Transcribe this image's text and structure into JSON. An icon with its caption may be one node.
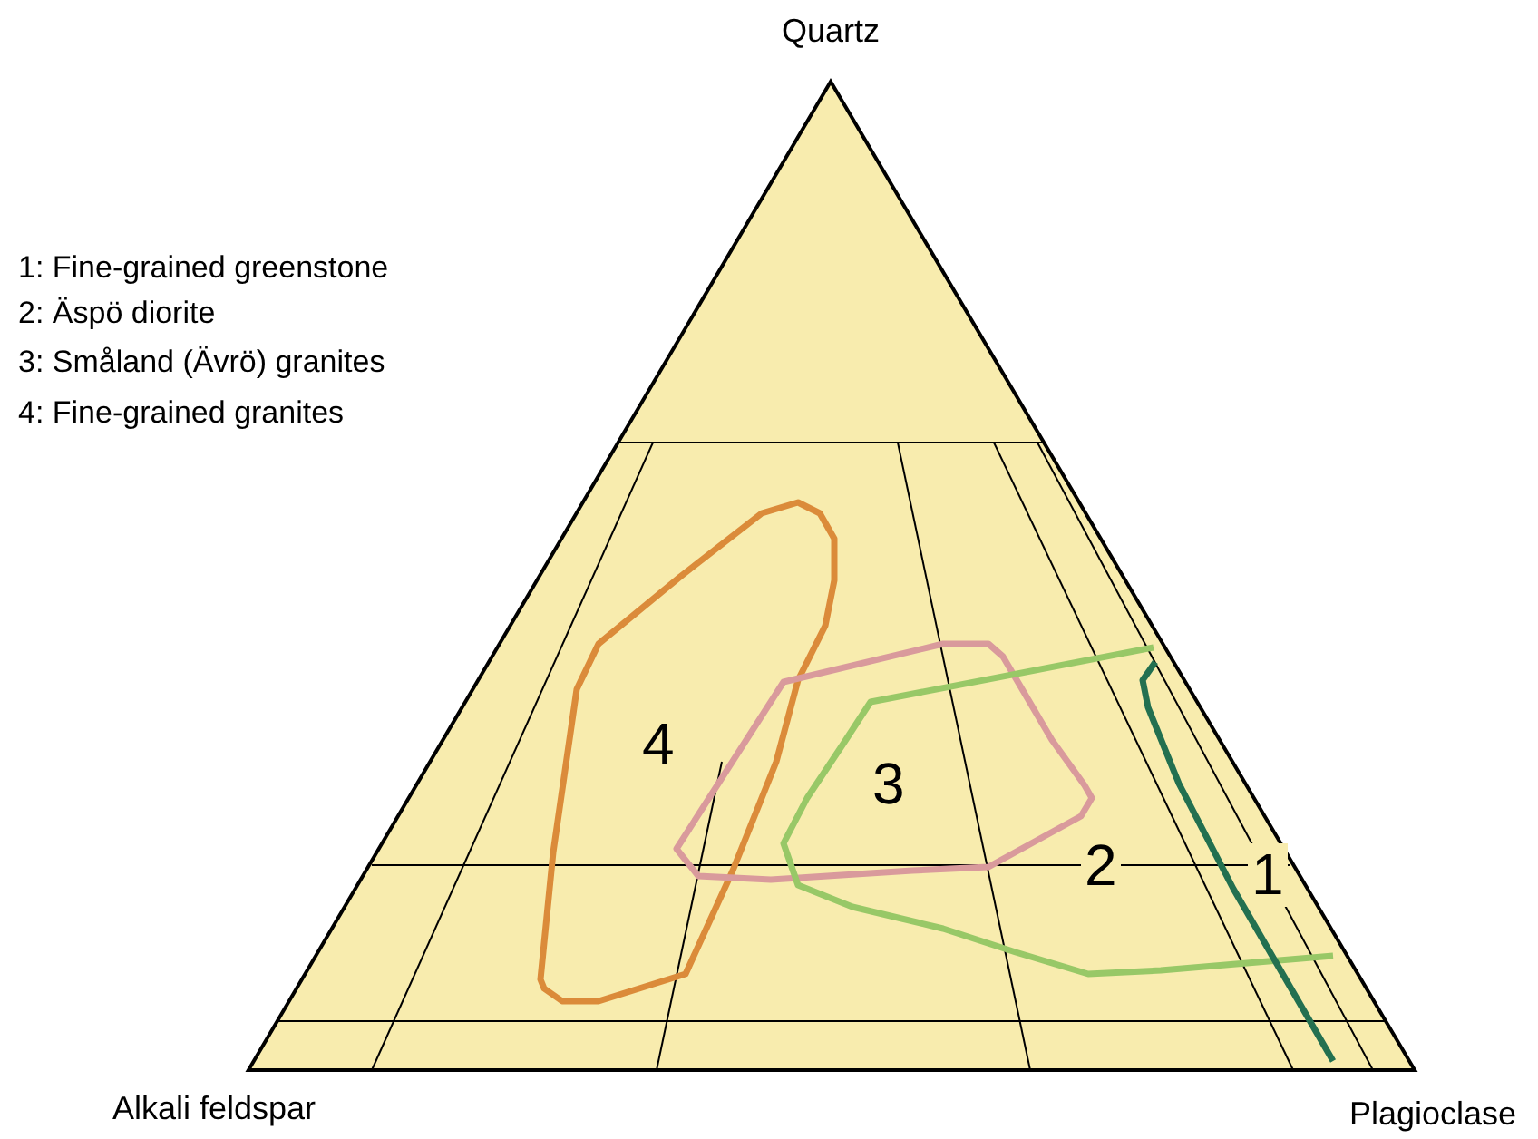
{
  "diagram": {
    "labels": [
      "Quartz",
      "1: Fine-grained greenstone",
      "2: Äspö diorite",
      "3: Småland (Ävrö) granites",
      "4: Fine-grained granites",
      "4",
      "3",
      "2",
      "1",
      "Alkali feldspar",
      "Plagioclase"
    ]
  }
}
